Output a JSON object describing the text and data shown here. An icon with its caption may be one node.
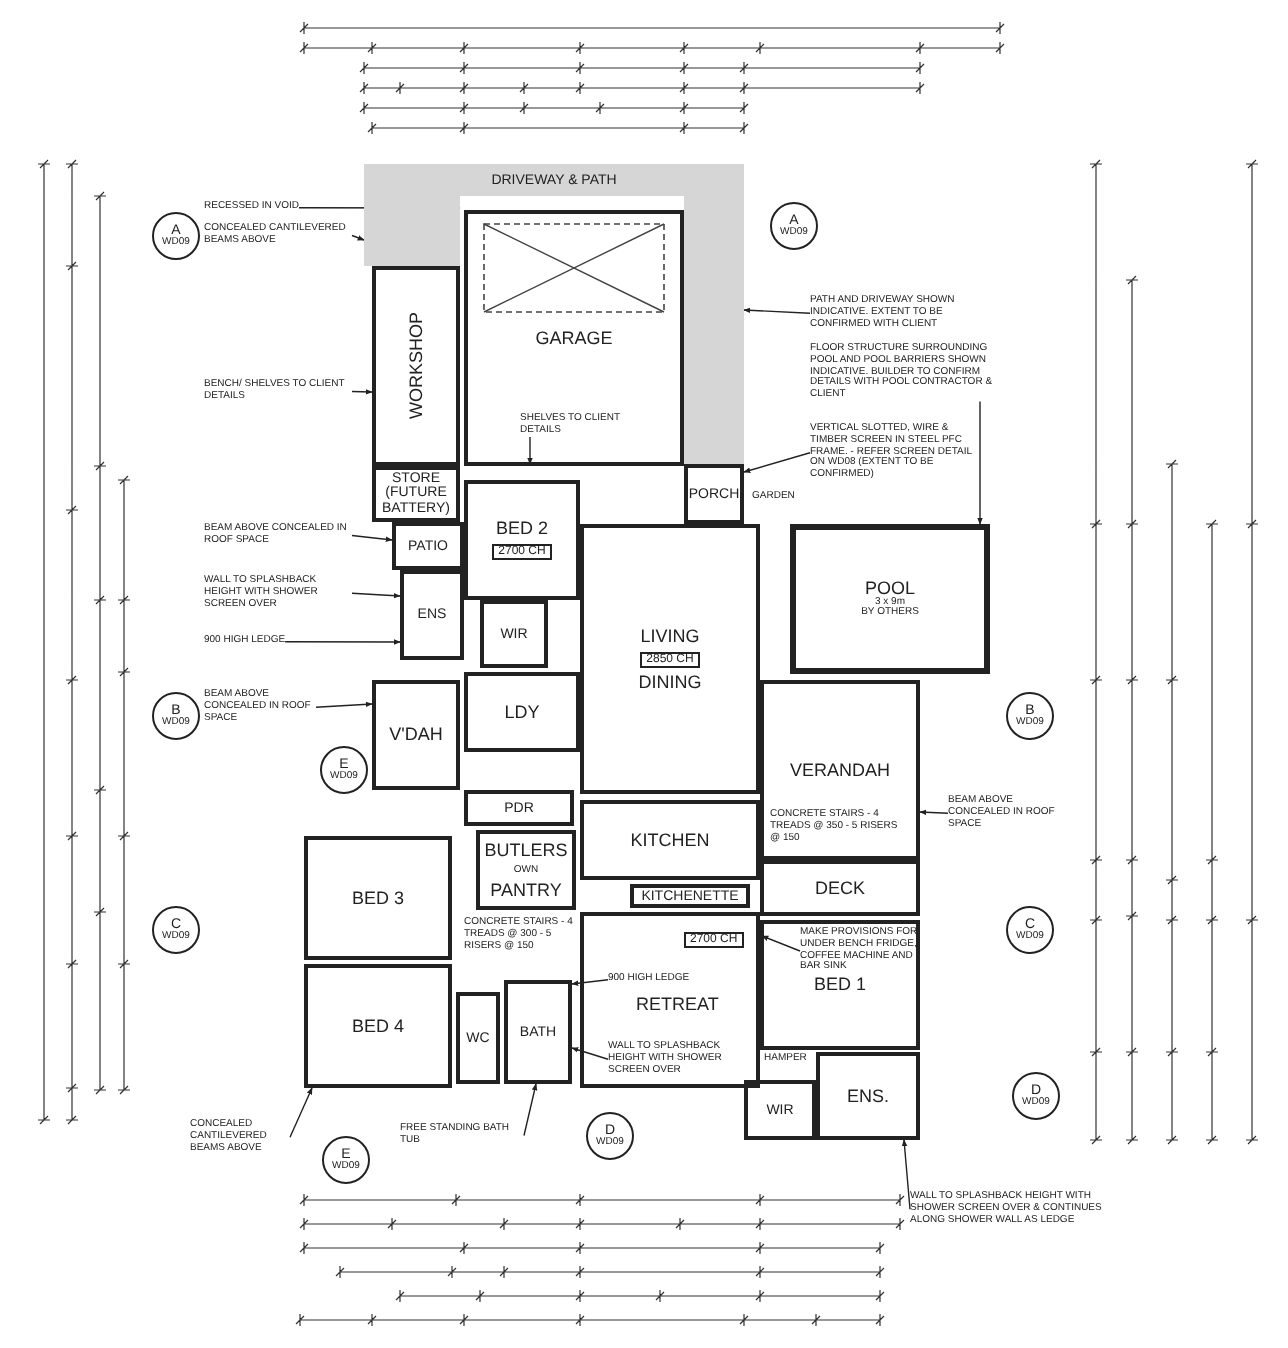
{
  "diagram": {
    "nodes": [
      {
        "text": [
          "DRIVEWAY & PATH"
        ]
      },
      {
        "text": [
          "GARAGE"
        ]
      },
      {
        "text": [
          "WORKSHOP"
        ]
      },
      {
        "text": [
          "STORE",
          "(FUTURE BATTERY)"
        ]
      },
      {
        "text": [
          "PORCH"
        ]
      },
      {
        "text": [
          "PATIO"
        ]
      },
      {
        "text": [
          "BED 2",
          "2700 CH"
        ]
      },
      {
        "text": [
          "WIR"
        ]
      },
      {
        "text": [
          "ENS"
        ]
      },
      {
        "text": [
          "LIVING",
          "2850 CH",
          "DINING"
        ]
      },
      {
        "text": [
          "POOL",
          "3 x 9m",
          "BY OTHERS"
        ]
      },
      {
        "text": [
          "VERANDAH"
        ]
      },
      {
        "text": [
          "DECK"
        ]
      },
      {
        "text": [
          "LDY"
        ]
      },
      {
        "text": [
          "V'DAH"
        ]
      },
      {
        "text": [
          "PDR"
        ]
      },
      {
        "text": [
          "KITCHEN"
        ]
      },
      {
        "text": [
          "BUTLERS",
          "OWN",
          "PANTRY"
        ]
      },
      {
        "text": [
          "BED 3"
        ]
      },
      {
        "text": [
          "BED 4"
        ]
      },
      {
        "text": [
          "WC"
        ]
      },
      {
        "text": [
          "BATH"
        ]
      },
      {
        "text": [
          "2700 CH",
          "RETREAT"
        ]
      },
      {
        "text": [
          "BED 1"
        ]
      },
      {
        "text": [
          "WIR"
        ]
      },
      {
        "text": [
          "ENS."
        ]
      },
      {
        "text": [
          "KITCHENETTE"
        ]
      },
      {
        "text": [
          "A",
          "WD09"
        ]
      },
      {
        "text": [
          "A",
          "WD09"
        ]
      },
      {
        "text": [
          "B",
          "WD09"
        ]
      },
      {
        "text": [
          "B",
          "WD09"
        ]
      },
      {
        "text": [
          "E",
          "WD09"
        ]
      },
      {
        "text": [
          "C",
          "WD09"
        ]
      },
      {
        "text": [
          "C",
          "WD09"
        ]
      },
      {
        "text": [
          "D",
          "WD09"
        ]
      },
      {
        "text": [
          "D",
          "WD09"
        ]
      },
      {
        "text": [
          "E",
          "WD09"
        ]
      },
      {
        "text": [
          "RECESSED IN VOID"
        ]
      },
      {
        "text": [
          "CONCEALED CANTILEVERED BEAMS ABOVE"
        ]
      },
      {
        "text": [
          "BENCH/ SHELVES TO CLIENT DETAILS"
        ]
      },
      {
        "text": [
          "SHELVES TO CLIENT DETAILS"
        ],
        "in": 1
      },
      {
        "text": [
          "BEAM ABOVE CONCEALED IN ROOF SPACE"
        ]
      },
      {
        "text": [
          "WALL TO SPLASHBACK HEIGHT WITH SHOWER SCREEN OVER"
        ]
      },
      {
        "text": [
          "900 HIGH LEDGE"
        ]
      },
      {
        "text": [
          "BEAM ABOVE CONCEALED IN ROOF SPACE"
        ]
      },
      {
        "text": [
          "PATH AND DRIVEWAY SHOWN INDICATIVE. EXTENT TO BE CONFIRMED WITH CLIENT"
        ]
      },
      {
        "text": [
          "FLOOR STRUCTURE SURROUNDING POOL AND POOL BARRIERS SHOWN INDICATIVE. BUILDER TO CONFIRM DETAILS WITH POOL CONTRACTOR & CLIENT"
        ]
      },
      {
        "text": [
          "VERTICAL SLOTTED, WIRE & TIMBER SCREEN IN STEEL PFC FRAME. - REFER SCREEN DETAIL ON WD08 (EXTENT TO BE CONFIRMED)"
        ]
      },
      {
        "text": [
          "BEAM ABOVE CONCEALED IN ROOF SPACE"
        ]
      },
      {
        "text": [
          "MAKE PROVISIONS FOR UNDER BENCH FRIDGE, COFFEE MACHINE AND BAR SINK"
        ],
        "in": 23
      },
      {
        "text": [
          "900 HIGH LEDGE"
        ],
        "in": 22
      },
      {
        "text": [
          "WALL TO SPLASHBACK HEIGHT WITH SHOWER SCREEN OVER"
        ],
        "in": 22
      },
      {
        "text": [
          "FREE STANDING BATH TUB"
        ]
      },
      {
        "text": [
          "CONCEALED CANTILEVERED BEAMS ABOVE"
        ]
      },
      {
        "text": [
          "WALL TO SPLASHBACK HEIGHT WITH SHOWER SCREEN OVER & CONTINUES ALONG SHOWER WALL AS LEDGE"
        ]
      },
      {
        "text": [],
        "shape": "box"
      },
      {
        "text": [],
        "shape": "box"
      }
    ],
    "edges": [
      {
        "from": 37,
        "to": 55,
        "arrow": "to"
      },
      {
        "from": 38,
        "to": 55,
        "arrow": "to"
      },
      {
        "from": 39,
        "to": 2,
        "arrow": "to"
      },
      {
        "from": 40,
        "to": 1,
        "arrow": "to"
      },
      {
        "from": 41,
        "to": 5,
        "arrow": "to"
      },
      {
        "from": 42,
        "to": 8,
        "arrow": "to"
      },
      {
        "from": 43,
        "to": 8,
        "arrow": "to"
      },
      {
        "from": 44,
        "to": 14,
        "arrow": "to"
      },
      {
        "from": 45,
        "to": 56,
        "arrow": "to"
      },
      {
        "from": 46,
        "to": 10,
        "arrow": "to"
      },
      {
        "from": 47,
        "to": 4,
        "arrow": "to"
      },
      {
        "from": 48,
        "to": 11,
        "arrow": "to"
      },
      {
        "from": 49,
        "to": 23,
        "arrow": "to"
      },
      {
        "from": 50,
        "to": 21,
        "arrow": "to"
      },
      {
        "from": 51,
        "to": 21,
        "arrow": "to"
      },
      {
        "from": 52,
        "to": 21,
        "arrow": "to"
      },
      {
        "from": 53,
        "to": 19,
        "arrow": "to"
      },
      {
        "from": 54,
        "to": 25,
        "arrow": "to"
      }
    ],
    "labels": [
      "GARDEN",
      "CONCRETE STAIRS - 4 TREADS @ 350 - 5 RISERS @ 150",
      "CONCRETE STAIRS - 4 TREADS @ 300 - 5 RISERS @ 150",
      "HAMPER"
    ]
  }
}
